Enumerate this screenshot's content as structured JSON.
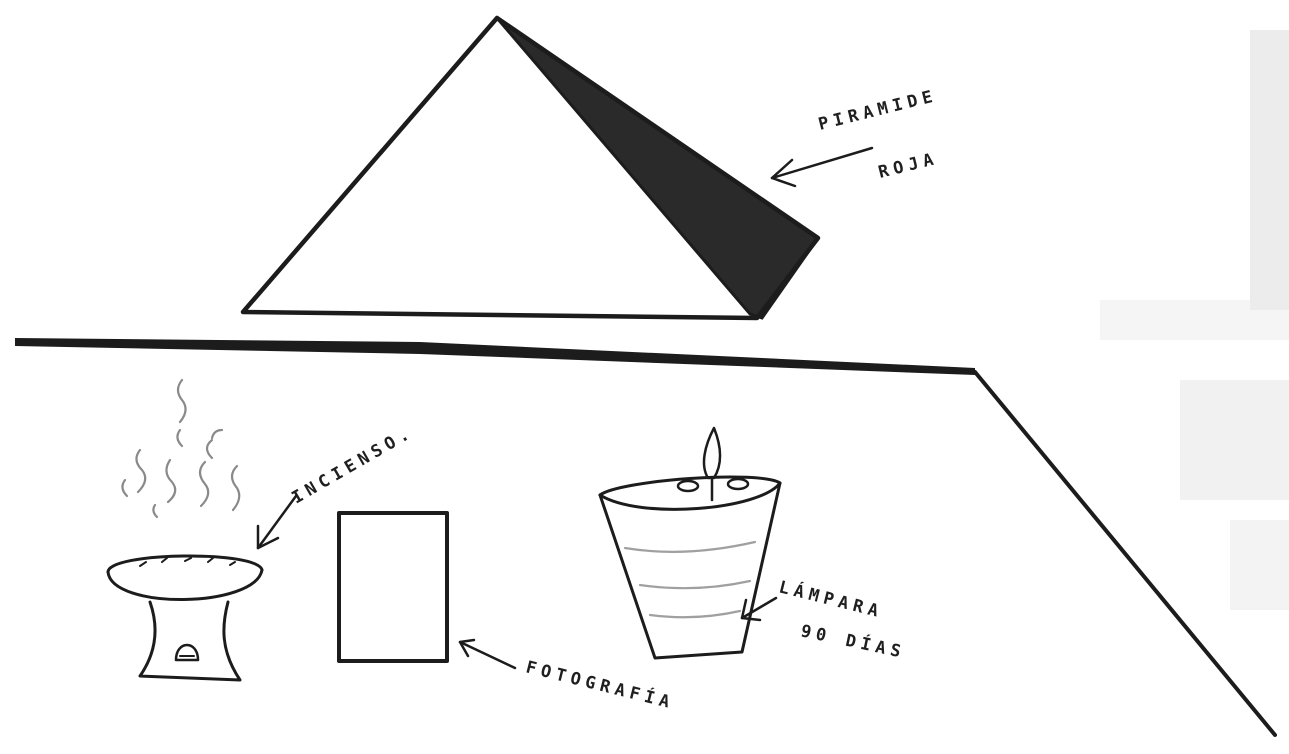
{
  "diagram": {
    "labels": {
      "pyramid_line1": "PIRAMIDE",
      "pyramid_line2": "ROJA",
      "incense": "INCIENSO.",
      "photo": "FOTOGRAFÍA",
      "lamp_line1": "LÁMPARA",
      "lamp_line2": "90 DÍAS"
    },
    "colors": {
      "ink": "#1c1c1c",
      "shade": "#2a2a2a",
      "smoke": "#8a8a8a",
      "paper": "#ffffff"
    }
  }
}
